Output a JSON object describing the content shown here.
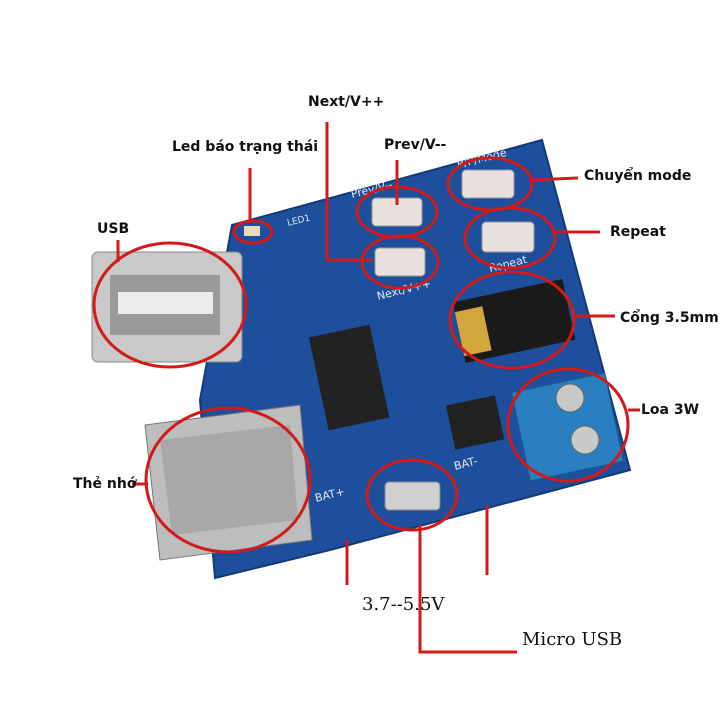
{
  "labels": {
    "next": "Next/V++",
    "led": "Led báo trạng thái",
    "prev": "Prev/V--",
    "mode": "Chuyển mode",
    "usb": "USB",
    "repeat": "Repeat",
    "jack": "Cổng 3.5mm",
    "speaker": "Loa 3W",
    "sdcard": "Thẻ nhớ",
    "voltage": "3.7--5.5V",
    "microusb": "Micro USB"
  },
  "silkscreen": {
    "prev": "Prev/V--",
    "next": "Next/V++",
    "mode": "P/P/Mode",
    "repeat": "Repeat",
    "bat_plus": "BAT+",
    "bat_minus": "BAT-",
    "led": "LED1"
  },
  "colors": {
    "board": "#1d4f9c",
    "annotation": "#d11a1a",
    "terminal": "#2a7fc0"
  }
}
